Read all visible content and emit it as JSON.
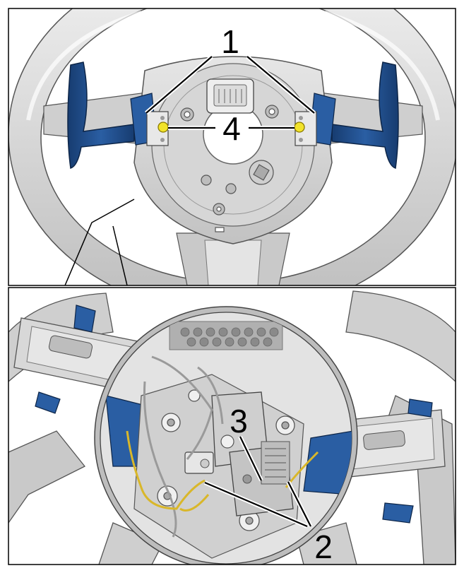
{
  "callouts": {
    "c1": "1",
    "c2": "2",
    "c3": "3",
    "c4": "4"
  },
  "colors": {
    "paddle_blue": "#1f4f8f",
    "wheel_grey": "#d4d4d4",
    "screw_yellow": "#f2e32a",
    "wire_yellow": "#d9b72a",
    "frame": "#000000"
  }
}
